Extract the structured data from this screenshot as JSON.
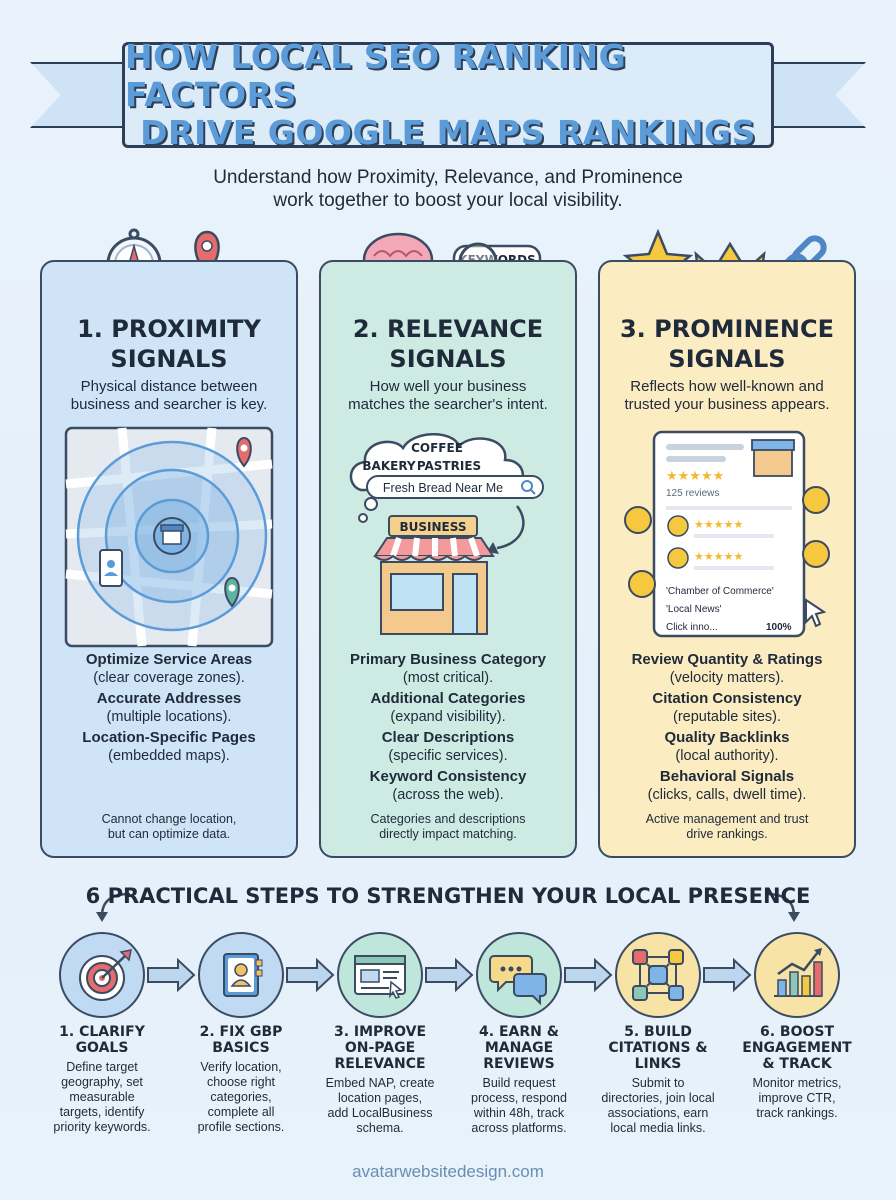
{
  "header": {
    "title_line1": "HOW LOCAL SEO RANKING FACTORS",
    "title_line2": "DRIVE GOOGLE MAPS RANKINGS",
    "subtitle_line1": "Understand how Proximity, Relevance, and Prominence",
    "subtitle_line2": "work together to boost your local visibility."
  },
  "cards": [
    {
      "title_line1": "1. PROXIMITY",
      "title_line2": "SIGNALS",
      "desc_line1": "Physical distance between",
      "desc_line2": "business and searcher is key.",
      "items": [
        {
          "head": "Optimize Service Areas",
          "sub": "(clear coverage zones)."
        },
        {
          "head": "Accurate Addresses",
          "sub": "(multiple locations)."
        },
        {
          "head": "Location-Specific Pages",
          "sub": "(embedded maps)."
        }
      ],
      "foot_line1": "Cannot change location,",
      "foot_line2": "but can optimize data."
    },
    {
      "title_line1": "2. RELEVANCE",
      "title_line2": "SIGNALS",
      "desc_line1": "How well your business",
      "desc_line2": "matches the searcher's intent.",
      "illus": {
        "keywords_tag": "KEYWORDS",
        "cloud_coffee": "COFFEE",
        "cloud_bakery": "BAKERY",
        "cloud_pastries": "PASTRIES",
        "search_text": "Fresh Bread Near Me",
        "store_sign": "BUSINESS"
      },
      "items": [
        {
          "head": "Primary Business Category",
          "sub": "(most critical)."
        },
        {
          "head": "Additional Categories",
          "sub": "(expand visibility)."
        },
        {
          "head": "Clear Descriptions",
          "sub": "(specific services)."
        },
        {
          "head": "Keyword Consistency",
          "sub": "(across the web)."
        }
      ],
      "foot_line1": "Categories and descriptions",
      "foot_line2": "directly impact matching."
    },
    {
      "title_line1": "3. PROMINENCE",
      "title_line2": "SIGNALS",
      "desc_line1": "Reflects how well-known and",
      "desc_line2": "trusted your business appears.",
      "illus": {
        "reviews_count": "125 reviews",
        "cite1": "'Chamber of Commerce'",
        "cite2": "'Local News'",
        "cite3": "Click inno...",
        "percent": "100%"
      },
      "items": [
        {
          "head": "Review Quantity & Ratings",
          "sub": "(velocity matters)."
        },
        {
          "head": "Citation Consistency",
          "sub": "(reputable sites)."
        },
        {
          "head": "Quality Backlinks",
          "sub": "(local authority)."
        },
        {
          "head": "Behavioral Signals",
          "sub": "(clicks, calls, dwell time)."
        }
      ],
      "foot_line1": "Active management and trust",
      "foot_line2": "drive rankings."
    }
  ],
  "steps_heading": "6 PRACTICAL STEPS TO STRENGTHEN YOUR LOCAL PRESENCE",
  "steps": [
    {
      "icon": "target-icon",
      "title": [
        "1. CLARIFY",
        "GOALS"
      ],
      "desc": [
        "Define target",
        "geography, set",
        "measurable",
        "targets, identify",
        "priority keywords."
      ]
    },
    {
      "icon": "profile-book-icon",
      "title": [
        "2. FIX GBP",
        "BASICS"
      ],
      "desc": [
        "Verify location,",
        "choose right",
        "categories,",
        "complete all",
        "profile sections."
      ]
    },
    {
      "icon": "webpage-icon",
      "title": [
        "3. IMPROVE",
        "ON-PAGE",
        "RELEVANCE"
      ],
      "desc": [
        "Embed NAP, create",
        "location pages,",
        "add LocalBusiness",
        "schema."
      ]
    },
    {
      "icon": "chat-bubbles-icon",
      "title": [
        "4. EARN &",
        "MANAGE",
        "REVIEWS"
      ],
      "desc": [
        "Build request",
        "process, respond",
        "within 48h, track",
        "across platforms."
      ]
    },
    {
      "icon": "network-icon",
      "title": [
        "5. BUILD",
        "CITATIONS &",
        "LINKS"
      ],
      "desc": [
        "Submit to",
        "directories, join local",
        "associations, earn",
        "local media links."
      ]
    },
    {
      "icon": "growth-chart-icon",
      "title": [
        "6. BOOST",
        "ENGAGEMENT",
        "& TRACK"
      ],
      "desc": [
        "Monitor metrics,",
        "improve CTR,",
        "track rankings."
      ]
    }
  ],
  "footer": {
    "url": "avatarwebsitedesign.com"
  },
  "colors": {
    "blue": "#cfe4f6",
    "green": "#cdebe3",
    "yellow": "#fbecc2",
    "title_blue": "#5b9bd8",
    "outline": "#3a4b62"
  }
}
